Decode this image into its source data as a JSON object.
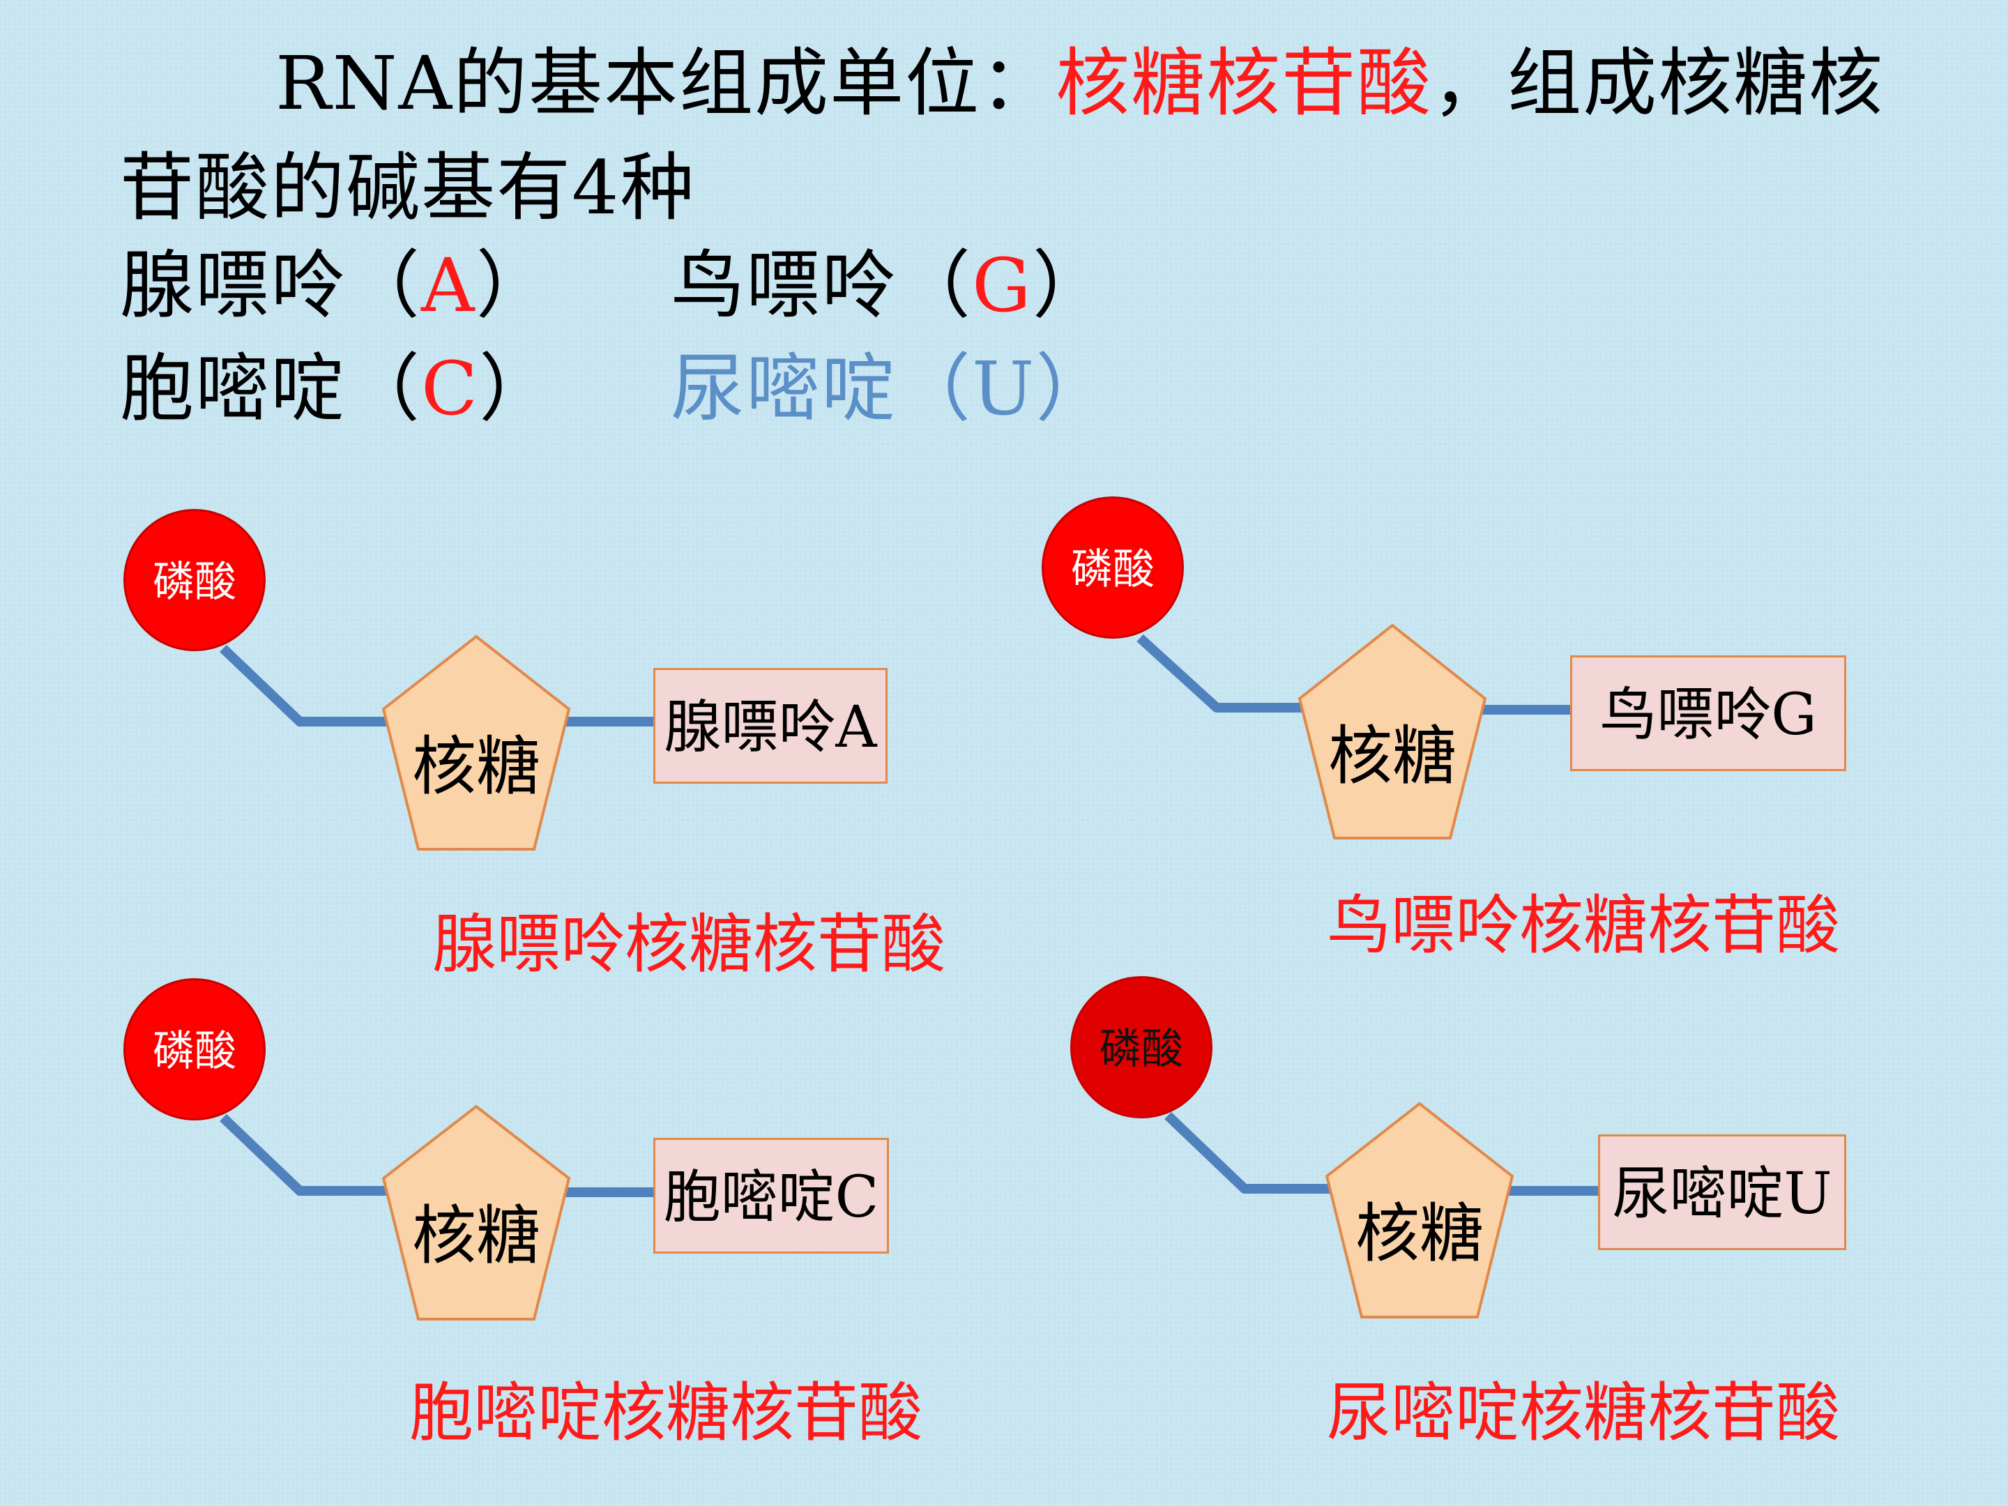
{
  "header": {
    "line1_prefix": "RNA的基本组成单位：",
    "line1_highlight": "核糖核苷酸",
    "line1_suffix": "，组成核糖核",
    "line2": "苷酸的碱基有4种"
  },
  "bases": [
    {
      "name": "腺嘌呤（",
      "letter": "A",
      "close": "）"
    },
    {
      "name": "鸟嘌呤（",
      "letter": "G",
      "close": "）"
    },
    {
      "name": "胞嘧啶（",
      "letter": "C",
      "close": "）"
    },
    {
      "name": "尿嘧啶（U）"
    }
  ],
  "nucleotides": [
    {
      "phosphate": "磷酸",
      "sugar": "核糖",
      "base": "腺嘌呤A",
      "caption": "腺嘌呤核糖核苷酸"
    },
    {
      "phosphate": "磷酸",
      "sugar": "核糖",
      "base": "鸟嘌呤G",
      "caption": "鸟嘌呤核糖核苷酸"
    },
    {
      "phosphate": "磷酸",
      "sugar": "核糖",
      "base": "胞嘧啶C",
      "caption": "胞嘧啶核糖核苷酸"
    },
    {
      "phosphate": "磷酸",
      "sugar": "核糖",
      "base": "尿嘧啶U",
      "caption": "尿嘧啶核糖核苷酸"
    }
  ],
  "colors": {
    "highlight_red": "#ff1a1a",
    "uracil_blue": "#5a8fc7",
    "phosphate_fill": "#ff0000",
    "sugar_fill": "#fbd3a8",
    "sugar_stroke": "#e0894a",
    "base_fill": "#f3d6d6",
    "bond": "#4f81bd"
  }
}
